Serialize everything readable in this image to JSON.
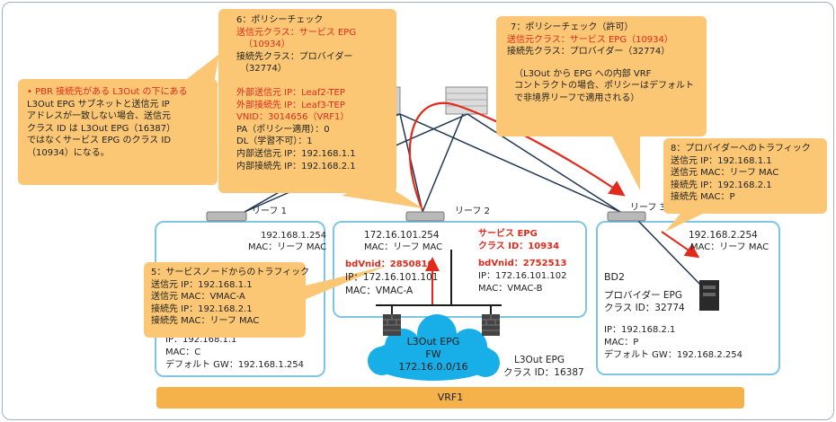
{
  "leaves": {
    "leaf1": "リーフ 1",
    "leaf2": "リーフ 2",
    "leaf3": "リーフ 3"
  },
  "box1": {
    "ip": "192.168.1.254",
    "mac": "MAC：リーフ MAC",
    "host_ip_partial": "IP：192.168.1.1",
    "host_mac": "MAC：C",
    "host_gw": "デフォルト GW：192.168.1.254"
  },
  "box2": {
    "ip": "172.16.101.254",
    "mac": "MAC：リーフ MAC",
    "bdvnid_left": "bdVnid：2850816",
    "ip_left": "IP：172.16.101.101",
    "mac_left": "MAC：VMAC-A",
    "service_epg": "サービス EPG",
    "class_id": "クラス ID：10934",
    "bdvnid_right": "bdVnid：2752513",
    "ip_right": "IP：172.16.101.102",
    "mac_right": "MAC：VMAC-B"
  },
  "box3": {
    "ip": "192.168.2.254",
    "mac": "MAC：リーフ MAC",
    "bd": "BD2",
    "provider_epg": "プロバイダー EPG",
    "class_id": "クラス ID：32774",
    "host_ip": "IP：192.168.2.1",
    "host_mac": "MAC：P",
    "host_gw": "デフォルト GW：192.168.2.254"
  },
  "cloud": {
    "line1": "L3Out EPG",
    "line2": "FW",
    "line3": "172.16.0.0/16"
  },
  "l3out_class": {
    "line1": "L3Out EPG",
    "line2": "クラス ID：16387"
  },
  "vrf": "VRF1",
  "callout_pbr": {
    "lines": [
      "• PBR 接続先がある L3Out の下にある",
      "L3Out EPG サブネットと送信元 IP",
      "アドレスが一致しない場合、送信元",
      "クラス ID は L3Out EPG（16387）",
      "ではなくサービス EPG のクラス ID",
      "（10934）になる。"
    ]
  },
  "callout_6": {
    "title": "6：ポリシーチェック",
    "src_class": "送信元クラス：サービス EPG",
    "src_class_id": "（10934）",
    "dst_class": "接続先クラス：プロバイダー",
    "dst_class_id": "（32774）",
    "outer_src": "外部送信元 IP：Leaf2-TEP",
    "outer_dst": "外部接続先 IP：Leaf3-TEP",
    "vnid": "VNID：3014656（VRF1）",
    "pa": "PA（ポリシー適用）：0",
    "dl": "DL（学習不可）：1",
    "inner_src": "内部送信元 IP：192.168.1.1",
    "inner_dst": "内部接続先 IP：192.168.2.1"
  },
  "callout_7": {
    "title": "7：ポリシーチェック（許可）",
    "src_class": "送信元クラス：サービス EPG（10934）",
    "dst_class": "接続先クラス：プロバイダー（32774）",
    "note1": "（L3Out から EPG への内部 VRF",
    "note2": "コントラクトの場合、ポリシーはデフォルト",
    "note3": "で非境界リーフで適用される）"
  },
  "callout_8": {
    "title": "8：プロバイダーへのトラフィック",
    "src_ip": "送信元 IP：192.168.1.1",
    "src_mac": "送信元 MAC：リーフ MAC",
    "dst_ip": "接続先 IP：192.168.2.1",
    "dst_mac": "接続先 MAC：P"
  },
  "callout_5": {
    "title": "5：サービスノードからのトラフィック",
    "src_ip": "送信元 IP：192.168.1.1",
    "src_mac": "送信元 MAC：VMAC-A",
    "dst_ip": "接続先 IP：192.168.2.1",
    "dst_mac": "接続先 MAC：リーフ MAC"
  },
  "colors": {
    "callout": "#fbc774",
    "vrf_bar": "#f5b24a",
    "box_border": "#7fc6e6",
    "cloud": "#18aee8",
    "red_path": "#e02a1c",
    "links": "#1f3550"
  }
}
